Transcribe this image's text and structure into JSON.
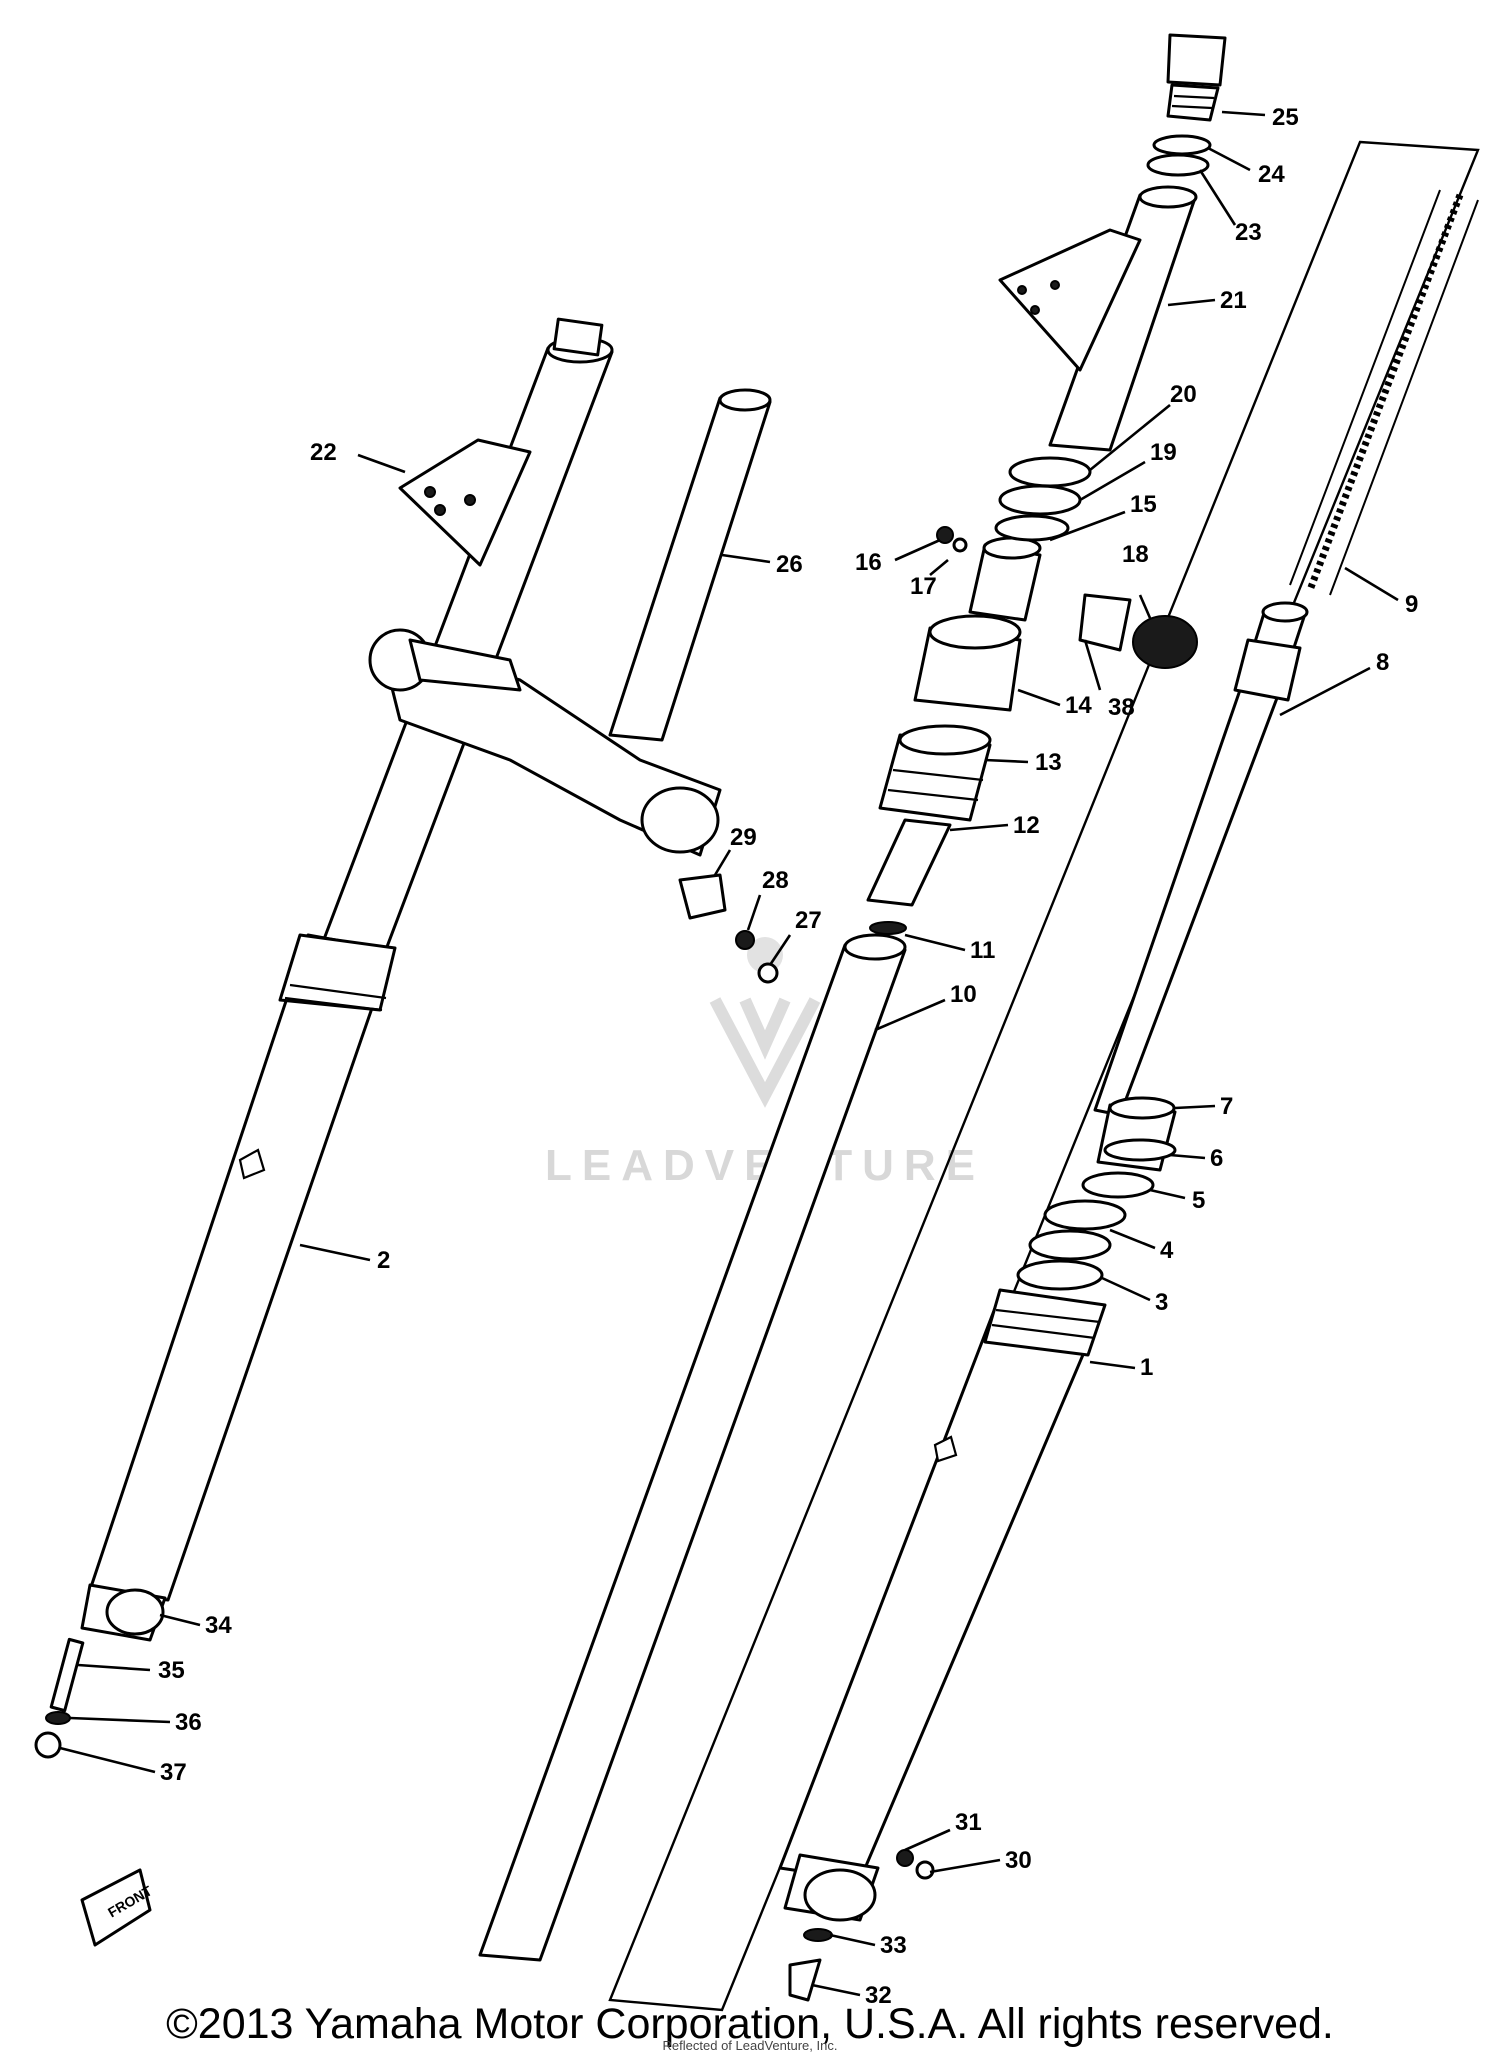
{
  "diagram": {
    "watermark": "LEADVENTURE",
    "front_marker": "FRONT",
    "callouts": [
      "1",
      "2",
      "3",
      "4",
      "5",
      "6",
      "7",
      "8",
      "9",
      "10",
      "11",
      "12",
      "13",
      "14",
      "15",
      "16",
      "17",
      "18",
      "19",
      "20",
      "21",
      "22",
      "23",
      "24",
      "25",
      "26",
      "27",
      "28",
      "29",
      "30",
      "31",
      "32",
      "33",
      "34",
      "35",
      "36",
      "37",
      "38"
    ]
  },
  "footer": {
    "copyright": "©2013 Yamaha Motor Corporation, U.S.A. All rights reserved.",
    "notice": "Reflected of LeadVenture, Inc."
  }
}
